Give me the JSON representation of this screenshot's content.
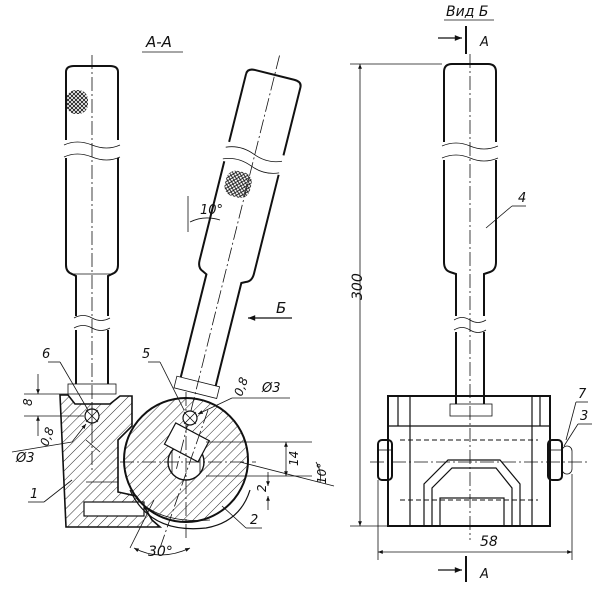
{
  "views": {
    "section_label": "А-А",
    "view_label": "Вид Б",
    "cut_label": "А",
    "direction_label": "Б"
  },
  "parts": [
    "1",
    "2",
    "3",
    "4",
    "5",
    "6",
    "7"
  ],
  "dimensions": {
    "d8": "8",
    "d08_left": "0,8",
    "dia3_left": "Ø3",
    "d08_mid": "0,8",
    "dia3_mid": "Ø3",
    "ang10_top": "10°",
    "d14": "14",
    "ang10_right": "10°",
    "d2": "2",
    "ang30": "30°",
    "h300": "300",
    "w58": "58"
  }
}
